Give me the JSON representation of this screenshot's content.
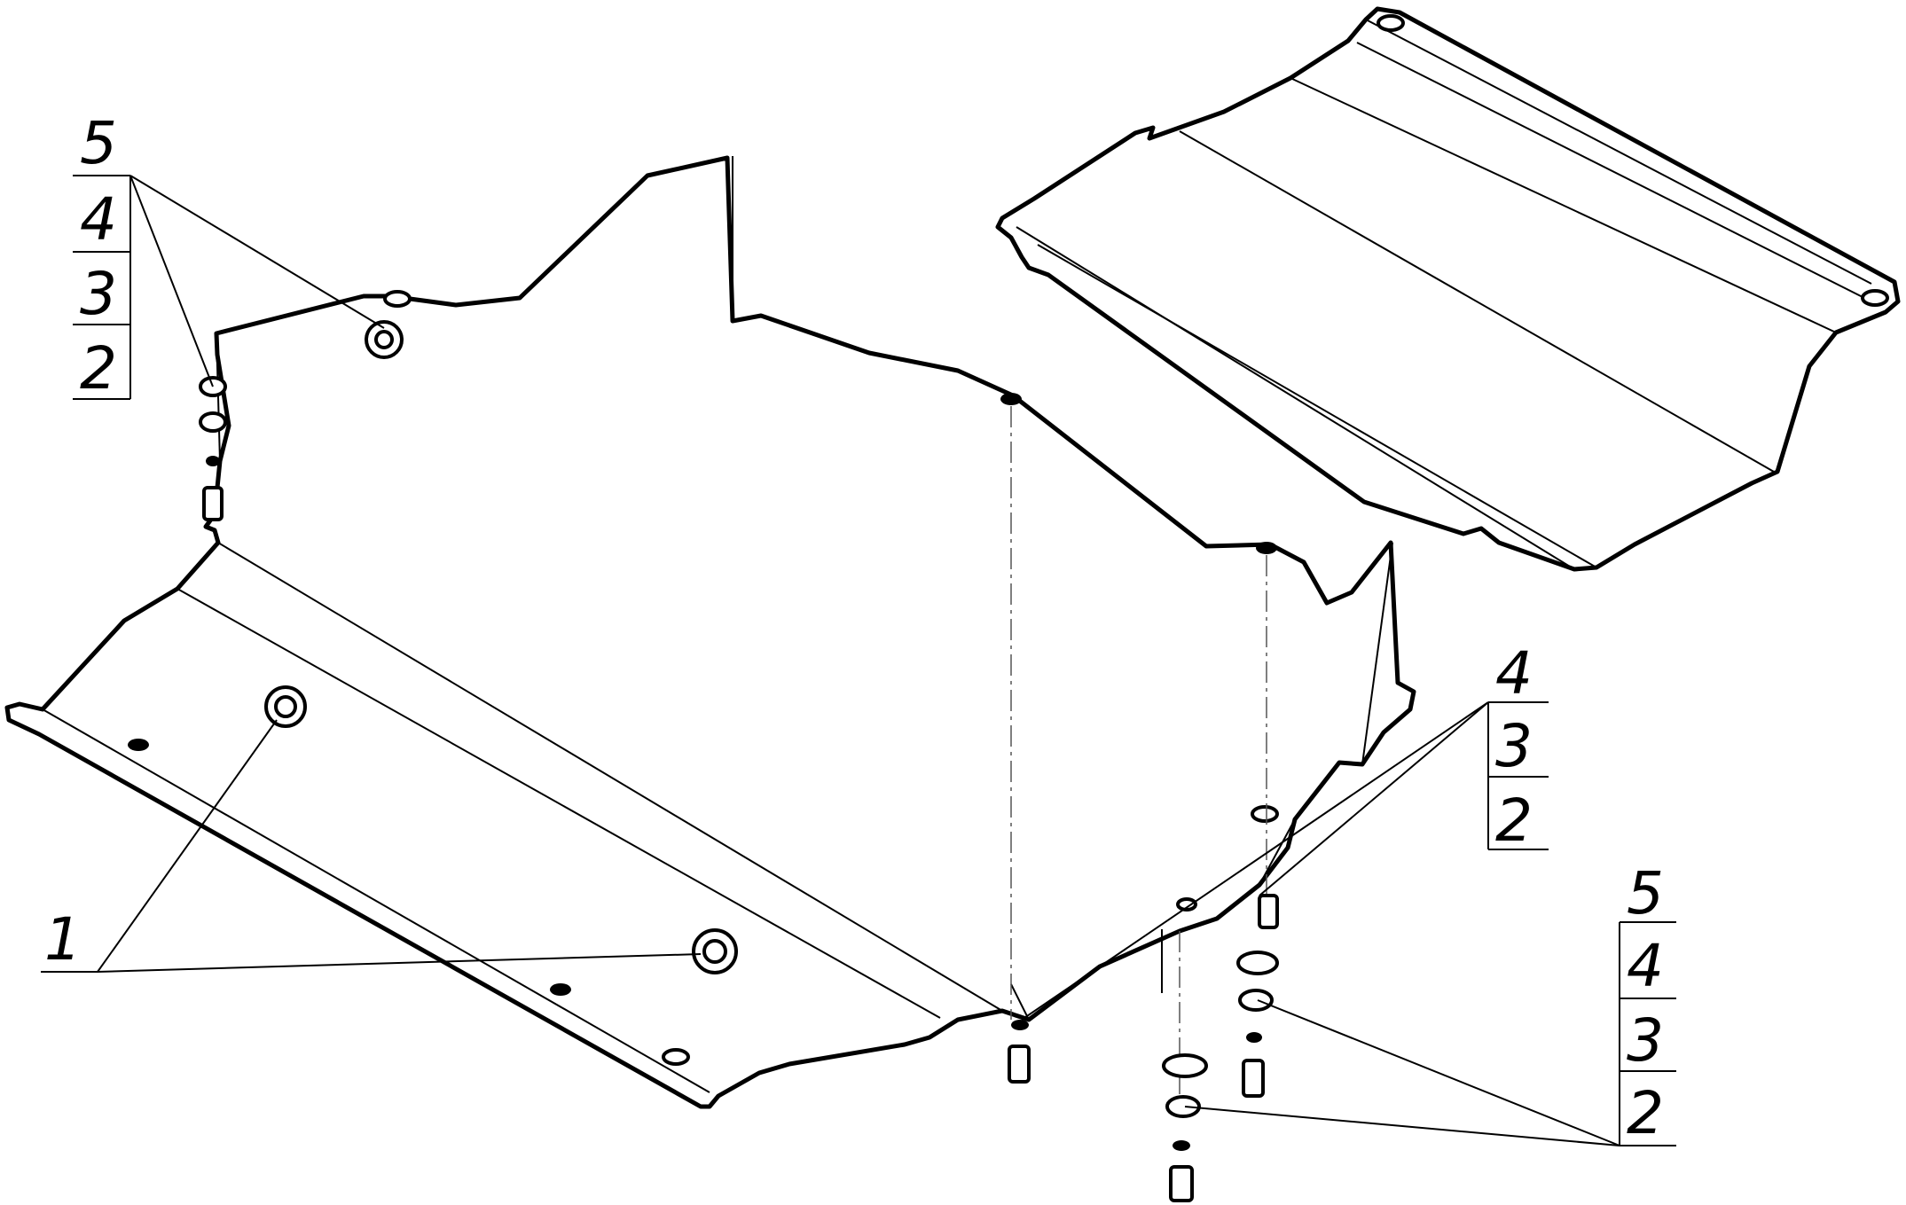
{
  "callouts": {
    "top_left": [
      "5",
      "4",
      "3",
      "2"
    ],
    "bottom_left": [
      "1"
    ],
    "middle_right": [
      "4",
      "3",
      "2"
    ],
    "bottom_right": [
      "5",
      "4",
      "3",
      "2"
    ]
  }
}
